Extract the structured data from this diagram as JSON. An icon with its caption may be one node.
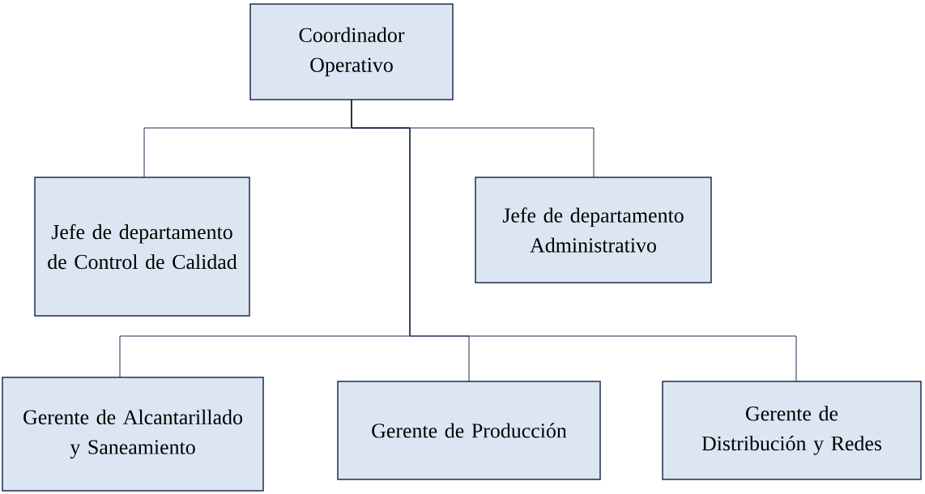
{
  "diagram": {
    "nodes": [
      {
        "text": [
          "Coordinador Operativo"
        ]
      },
      {
        "text": [
          "Jefe de departamento de Control de Calidad"
        ]
      },
      {
        "text": [
          "Jefe de departamento Administrativo"
        ]
      },
      {
        "text": [
          "Gerente de Alcantarillado y Saneamiento"
        ]
      },
      {
        "text": [
          "Gerente de Producción"
        ]
      },
      {
        "text": [
          "Gerente de Distribución y Redes"
        ]
      }
    ],
    "edges": [
      {
        "from": 0,
        "to": 1,
        "arrow": "none"
      },
      {
        "from": 0,
        "to": 2,
        "arrow": "none"
      },
      {
        "from": 0,
        "to": 3,
        "arrow": "none"
      },
      {
        "from": 0,
        "to": 4,
        "arrow": "none"
      },
      {
        "from": 0,
        "to": 5,
        "arrow": "none"
      }
    ]
  }
}
